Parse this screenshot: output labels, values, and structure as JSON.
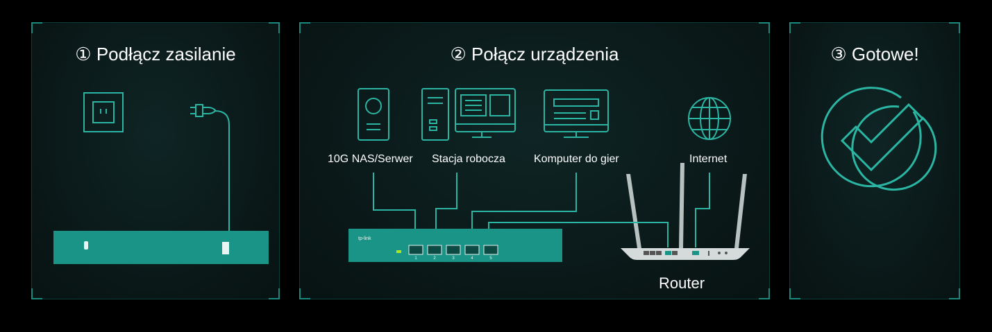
{
  "step1": {
    "title": "① Podłącz zasilanie"
  },
  "step2": {
    "title": "② Połącz urządzenia",
    "devices": [
      "10G NAS/Serwer",
      "Stacja robocza",
      "Komputer do gier",
      "Internet"
    ],
    "brand": "tp-link",
    "ports": [
      "1",
      "2",
      "3",
      "4",
      "5"
    ],
    "router_label": "Router"
  },
  "step3": {
    "title": "③ Gotowe!"
  },
  "colors": {
    "accent": "#1a9e8f",
    "switch": "#1a9486",
    "line": "#2bb5a3",
    "bg": "#000000"
  }
}
